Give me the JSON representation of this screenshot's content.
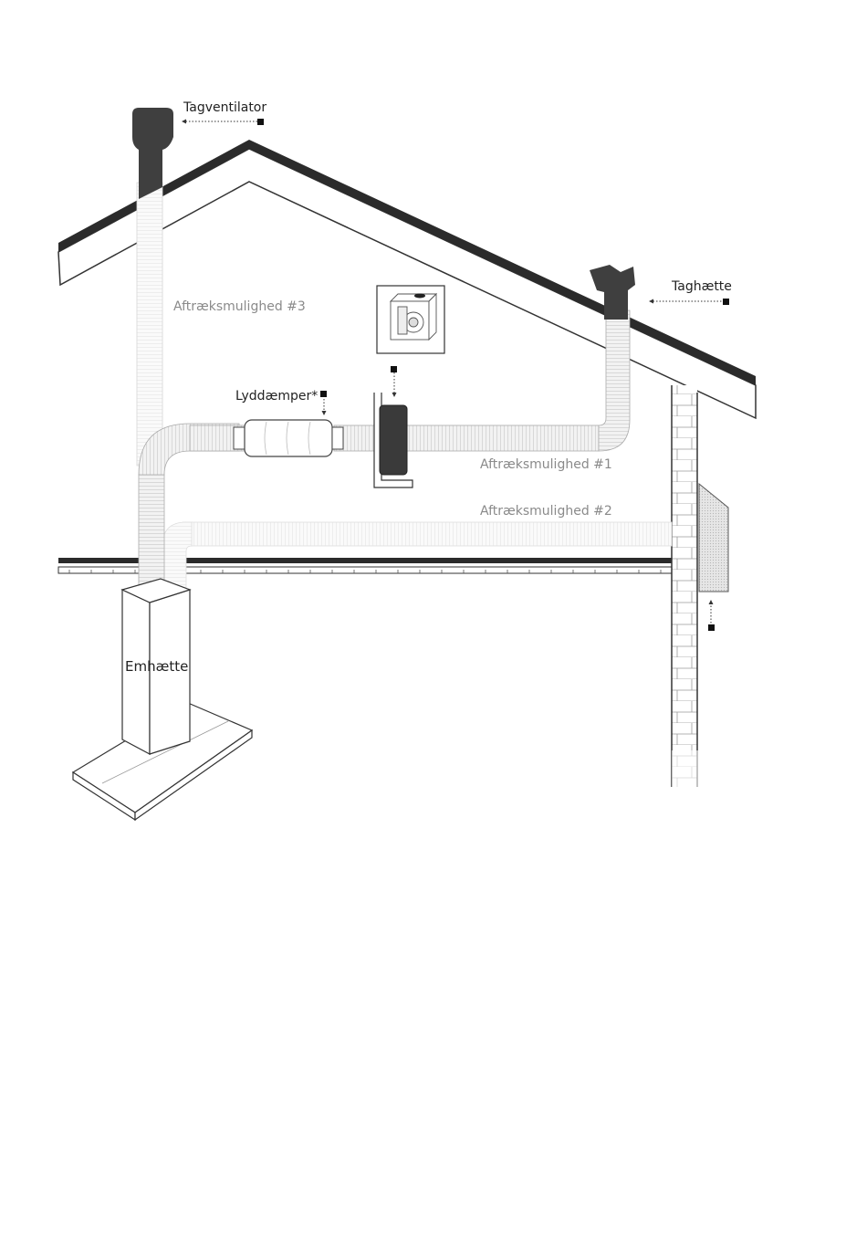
{
  "colors": {
    "roof": "#2b2b2b",
    "duct_dark": "#3f3f3f",
    "duct_light": "#dcdcdc",
    "duct_faded": "#ececec",
    "line": "#333333",
    "text_dark": "#222222",
    "text_grey": "#8a8a8a"
  },
  "labels": {
    "tagventilator": "Tagventilator",
    "taghaette": "Taghætte",
    "option3": "Aftræksmulighed #3",
    "option1": "Aftræksmulighed #1",
    "option2": "Aftræksmulighed #2",
    "lyddaemper": "Lyddæmper*",
    "emhaette": "Emhætte"
  },
  "icons": {
    "marker": "square-marker-icon",
    "motor": "motor-box-icon"
  }
}
